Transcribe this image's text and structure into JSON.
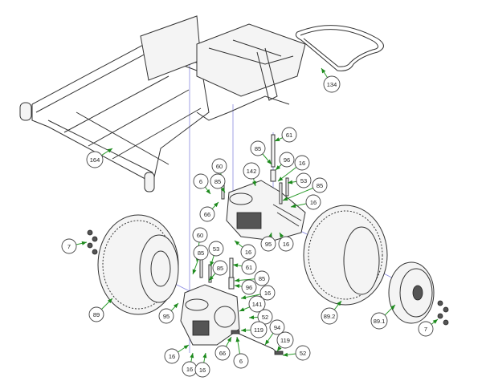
{
  "diagram": {
    "title": "Rear drive / transmission exploded view",
    "accent_color": "#1d8a1d",
    "callouts": [
      {
        "label": "134"
      },
      {
        "label": "164"
      },
      {
        "label": "61"
      },
      {
        "label": "85"
      },
      {
        "label": "96"
      },
      {
        "label": "16"
      },
      {
        "label": "60"
      },
      {
        "label": "142"
      },
      {
        "label": "6"
      },
      {
        "label": "85"
      },
      {
        "label": "53"
      },
      {
        "label": "85"
      },
      {
        "label": "16"
      },
      {
        "label": "66"
      },
      {
        "label": "95"
      },
      {
        "label": "16"
      },
      {
        "label": "7"
      },
      {
        "label": "60"
      },
      {
        "label": "85"
      },
      {
        "label": "53"
      },
      {
        "label": "85"
      },
      {
        "label": "16"
      },
      {
        "label": "61"
      },
      {
        "label": "85"
      },
      {
        "label": "96"
      },
      {
        "label": "16"
      },
      {
        "label": "141"
      },
      {
        "label": "95"
      },
      {
        "label": "89"
      },
      {
        "label": "89.2"
      },
      {
        "label": "89.1"
      },
      {
        "label": "7"
      },
      {
        "label": "52"
      },
      {
        "label": "119"
      },
      {
        "label": "94"
      },
      {
        "label": "119"
      },
      {
        "label": "52"
      },
      {
        "label": "16"
      },
      {
        "label": "16"
      },
      {
        "label": "16"
      },
      {
        "label": "66"
      },
      {
        "label": "6"
      }
    ]
  }
}
